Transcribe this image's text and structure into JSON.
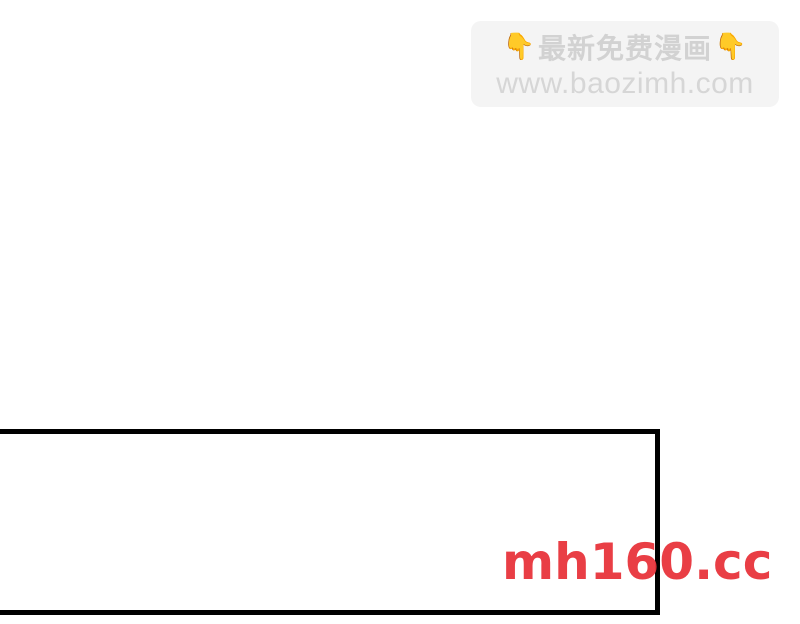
{
  "watermark": {
    "line1": "最新免费漫画",
    "hand_icon": "👇",
    "line2": "www.baozimh.com",
    "background": "#f4f4f4",
    "text_color": "#d2d2d2"
  },
  "panel": {
    "border_color": "#000000"
  },
  "site_mark": {
    "text": "mh160.cc",
    "color": "#e8343c"
  }
}
